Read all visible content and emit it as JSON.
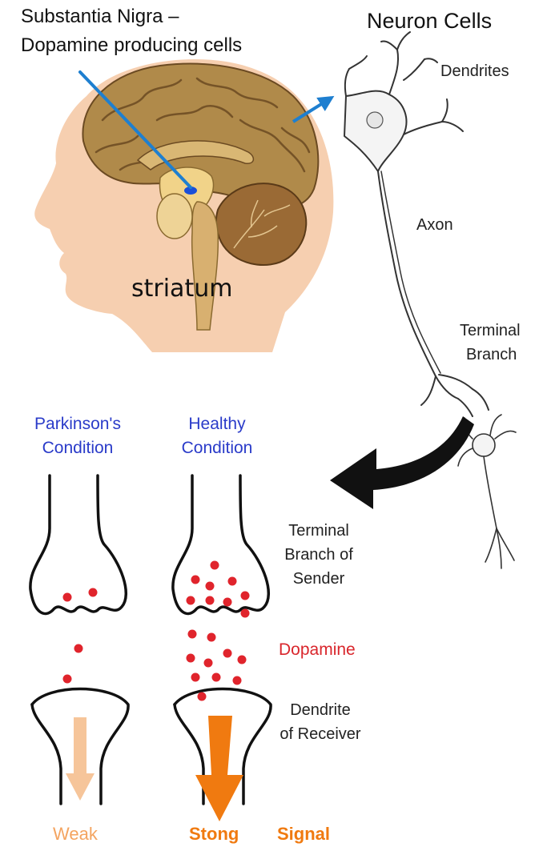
{
  "labels": {
    "substantia_line1": "Substantia Nigra –",
    "substantia_line2": "Dopamine producing cells",
    "neuron_cells": "Neuron Cells",
    "striatum": "striatum",
    "dendrites": "Dendrites",
    "axon": "Axon",
    "terminal_branch_line1": "Terminal",
    "terminal_branch_line2": "Branch",
    "parkinsons_line1": "Parkinson's",
    "parkinsons_line2": "Condition",
    "healthy_line1": "Healthy",
    "healthy_line2": "Condition",
    "terminal_sender_line1": "Terminal",
    "terminal_sender_line2": "Branch of",
    "terminal_sender_line3": "Sender",
    "dopamine": "Dopamine",
    "dendrite_receiver_line1": "Dendrite",
    "dendrite_receiver_line2": "of Receiver",
    "weak": "Weak",
    "strong": "Stong",
    "signal": "Signal"
  },
  "colors": {
    "condition_text": "#2a3bc9",
    "dopamine": "#d9262c",
    "signal_strong": "#f07a10",
    "signal_weak": "#f4a460",
    "pointer_arrow": "#1e7fd0",
    "brain": "#b08a4a",
    "head_skin": "#f6cfb0",
    "cerebellum": "#9a6a35"
  },
  "icons": {
    "brain": "brain-illustration",
    "neuron": "neuron-illustration",
    "synapse": "synapse-illustration",
    "curved_arrow": "curved-arrow-icon"
  }
}
